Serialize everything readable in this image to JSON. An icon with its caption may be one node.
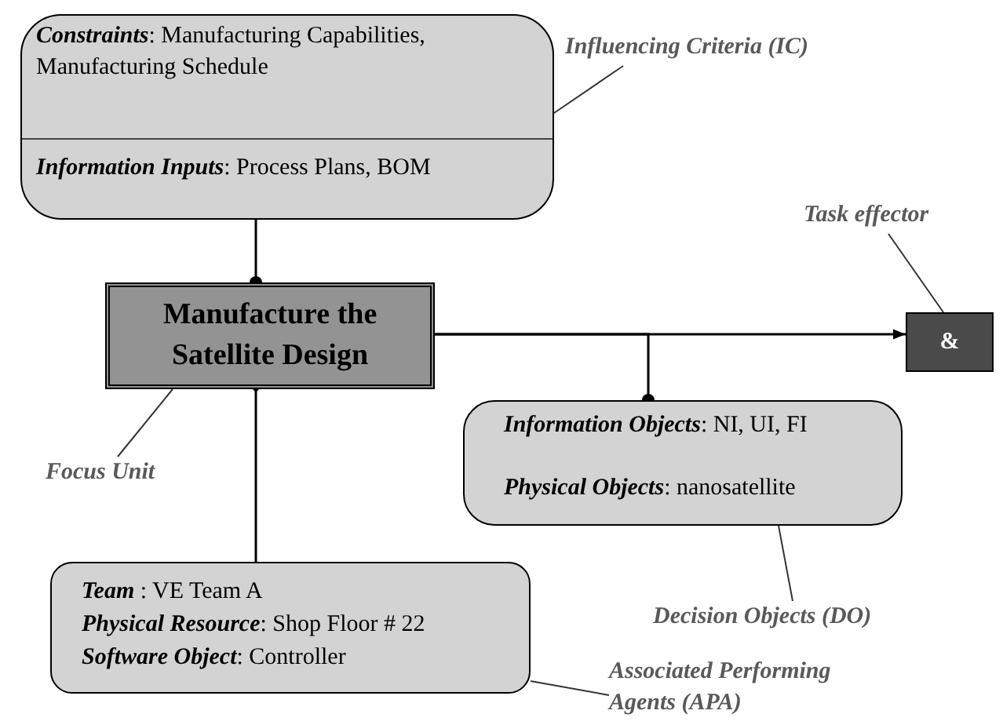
{
  "diagram": {
    "nodes": [
      {
        "text": [
          "**Constraints**: Manufacturing Capabilities, Manufacturing Schedule",
          "**Information Inputs**: Process Plans, BOM"
        ]
      },
      {
        "text": [
          "Manufacture the Satellite Design"
        ]
      },
      {
        "text": [
          "&"
        ]
      },
      {
        "text": [
          "**Information Objects**: NI, UI, FI",
          "**Physical Objects**:  nanosatellite"
        ]
      },
      {
        "text": [
          "**Team** : VE Team A",
          "**Physical Resource**: Shop Floor # 22",
          "**Software Object**: Controller"
        ]
      },
      {
        "text": [
          "Influencing Criteria (IC)"
        ]
      },
      {
        "text": [
          "Task effector"
        ]
      },
      {
        "text": [
          "Focus Unit"
        ]
      },
      {
        "text": [
          "Decision Objects (DO)"
        ]
      },
      {
        "text": [
          "Associated Performing Agents (APA)"
        ]
      }
    ],
    "edges": [
      {
        "from": 0,
        "to": 1,
        "arrow": "other"
      },
      {
        "from": 1,
        "to": 2,
        "arrow": "to"
      },
      {
        "from": 1,
        "to": 3,
        "arrow": "other"
      },
      {
        "from": 4,
        "to": 1,
        "arrow": "other"
      },
      {
        "from": 5,
        "to": 0,
        "arrow": "none"
      },
      {
        "from": 6,
        "to": 2,
        "arrow": "none"
      },
      {
        "from": 7,
        "to": 1,
        "arrow": "none"
      },
      {
        "from": 8,
        "to": 3,
        "arrow": "none"
      },
      {
        "from": 9,
        "to": 4,
        "arrow": "none"
      }
    ]
  }
}
